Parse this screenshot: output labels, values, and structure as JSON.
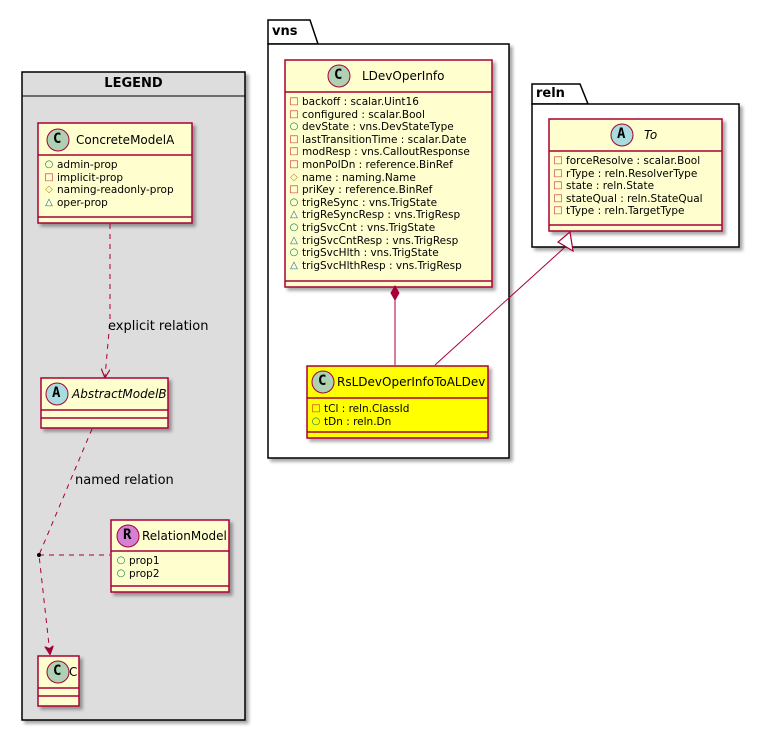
{
  "colors": {
    "class_fill": "#FEFECE",
    "highlight_fill": "#FFFF00",
    "border": "#A80036",
    "legend_fill": "#DDDDDD",
    "circle_class": "#ADD1B2",
    "circle_abstract": "#A9DCDF",
    "circle_relation": "#D57FD5"
  },
  "legend": {
    "title": "LEGEND",
    "concrete": {
      "name": "ConcreteModelA",
      "letter": "C",
      "attrs": [
        {
          "vis": "public",
          "text": "admin-prop"
        },
        {
          "vis": "private",
          "text": "implicit-prop"
        },
        {
          "vis": "protected",
          "text": "naming-readonly-prop"
        },
        {
          "vis": "package",
          "text": "oper-prop"
        }
      ]
    },
    "abstract": {
      "name": "AbstractModelB",
      "letter": "A"
    },
    "relation": {
      "name": "RelationModel",
      "letter": "R",
      "attrs": [
        {
          "vis": "public",
          "text": "prop1"
        },
        {
          "vis": "public",
          "text": "prop2"
        }
      ]
    },
    "c": {
      "name": "C",
      "letter": "C"
    },
    "explicit_label": "explicit relation",
    "named_label": "named relation"
  },
  "vns": {
    "title": "vns",
    "ldev": {
      "name": "LDevOperInfo",
      "letter": "C",
      "attrs": [
        {
          "vis": "private",
          "text": "backoff : scalar.Uint16"
        },
        {
          "vis": "private",
          "text": "configured : scalar.Bool"
        },
        {
          "vis": "public",
          "text": "devState : vns.DevStateType"
        },
        {
          "vis": "private",
          "text": "lastTransitionTime : scalar.Date"
        },
        {
          "vis": "private",
          "text": "modResp : vns.CalloutResponse"
        },
        {
          "vis": "private",
          "text": "monPolDn : reference.BinRef"
        },
        {
          "vis": "protected",
          "text": "name : naming.Name"
        },
        {
          "vis": "private",
          "text": "priKey : reference.BinRef"
        },
        {
          "vis": "public",
          "text": "trigReSync : vns.TrigState"
        },
        {
          "vis": "package",
          "text": "trigReSyncResp : vns.TrigResp"
        },
        {
          "vis": "public",
          "text": "trigSvcCnt : vns.TrigState"
        },
        {
          "vis": "package",
          "text": "trigSvcCntResp : vns.TrigResp"
        },
        {
          "vis": "public",
          "text": "trigSvcHlth : vns.TrigState"
        },
        {
          "vis": "package",
          "text": "trigSvcHlthResp : vns.TrigResp"
        }
      ]
    },
    "rs": {
      "name": "RsLDevOperInfoToALDev",
      "letter": "C",
      "attrs": [
        {
          "vis": "private",
          "text": "tCl : reln.ClassId"
        },
        {
          "vis": "public",
          "text": "tDn : reln.Dn"
        }
      ]
    }
  },
  "reln": {
    "title": "reln",
    "to": {
      "name": "To",
      "letter": "A",
      "attrs": [
        {
          "vis": "private",
          "text": "forceResolve : scalar.Bool"
        },
        {
          "vis": "private",
          "text": "rType : reln.ResolverType"
        },
        {
          "vis": "private",
          "text": "state : reln.State"
        },
        {
          "vis": "private",
          "text": "stateQual : reln.StateQual"
        },
        {
          "vis": "private",
          "text": "tType : reln.TargetType"
        }
      ]
    }
  },
  "vis_glyphs": {
    "public": "○",
    "private": "□",
    "protected": "◇",
    "package": "△"
  }
}
